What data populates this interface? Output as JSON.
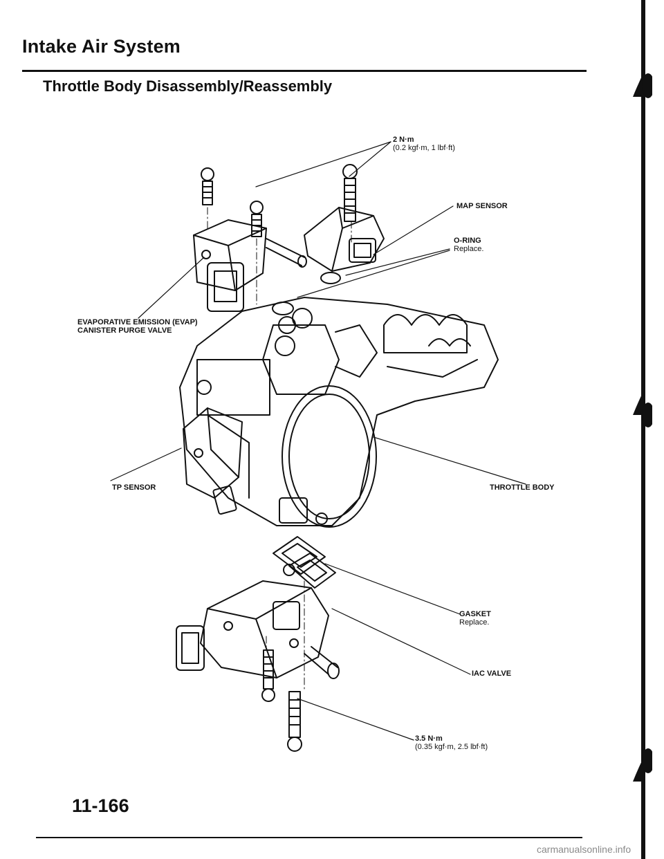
{
  "header": {
    "section_title": "Intake Air System",
    "page_title": "Throttle Body Disassembly/Reassembly"
  },
  "labels": {
    "torque_top": {
      "value": "2 N·m",
      "detail": "(0.2 kgf·m, 1 lbf·ft)"
    },
    "map_sensor": "MAP SENSOR",
    "o_ring": {
      "name": "O-RING",
      "note": "Replace."
    },
    "evap_valve": {
      "line1": "EVAPORATIVE EMISSION (EVAP)",
      "line2": "CANISTER PURGE VALVE"
    },
    "tp_sensor": "TP SENSOR",
    "throttle_body": "THROTTLE BODY",
    "gasket": {
      "name": "GASKET",
      "note": "Replace."
    },
    "iac_valve": "IAC VALVE",
    "torque_bottom": {
      "value": "3.5 N·m",
      "detail": "(0.35 kgf·m, 2.5 lbf·ft)"
    }
  },
  "footer": {
    "page_number": "11-166",
    "watermark": "carmanualsonline.info"
  }
}
